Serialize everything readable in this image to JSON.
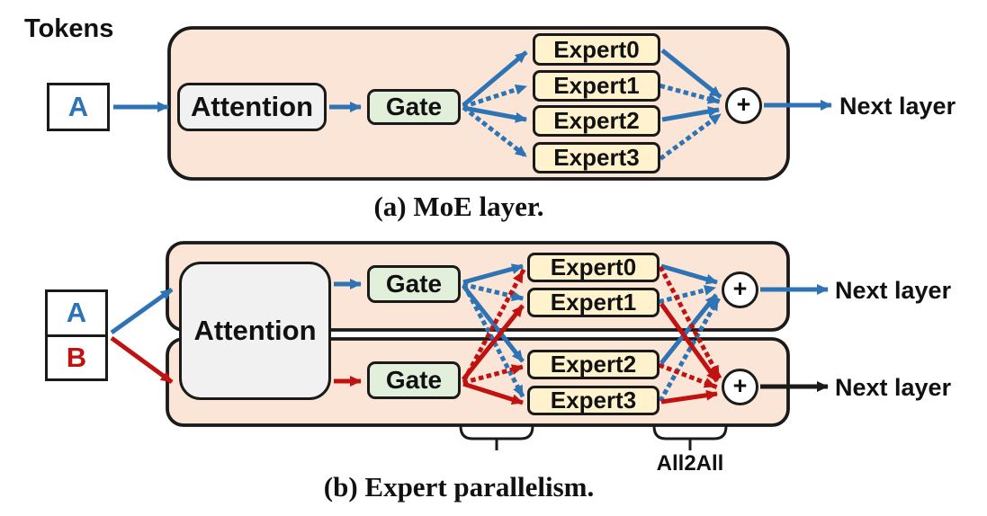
{
  "colors": {
    "blue_accent": "#2e74b5",
    "red_accent": "#c11212",
    "black": "#1a1a1a",
    "container_fill": "#fbe5d6",
    "expert_fill": "#fff2cc",
    "gate_fill": "#e2efda",
    "attention_fill": "#f1f1f1"
  },
  "tokens_label": "Tokens",
  "panel_a": {
    "caption": "(a) MoE layer.",
    "token": "A",
    "attention_label": "Attention",
    "gate_label": "Gate",
    "experts": [
      "Expert0",
      "Expert1",
      "Expert2",
      "Expert3"
    ],
    "sum_label": "+",
    "next_layer_label": "Next layer"
  },
  "panel_b": {
    "caption": "(b) Expert parallelism.",
    "tokens": [
      "A",
      "B"
    ],
    "attention_label": "Attention",
    "gate_labels": [
      "Gate",
      "Gate"
    ],
    "experts": [
      "Expert0",
      "Expert1",
      "Expert2",
      "Expert3"
    ],
    "sum_labels": [
      "+",
      "+"
    ],
    "next_layer_labels": [
      "Next layer",
      "Next layer"
    ],
    "all2all_label": "All2All"
  }
}
